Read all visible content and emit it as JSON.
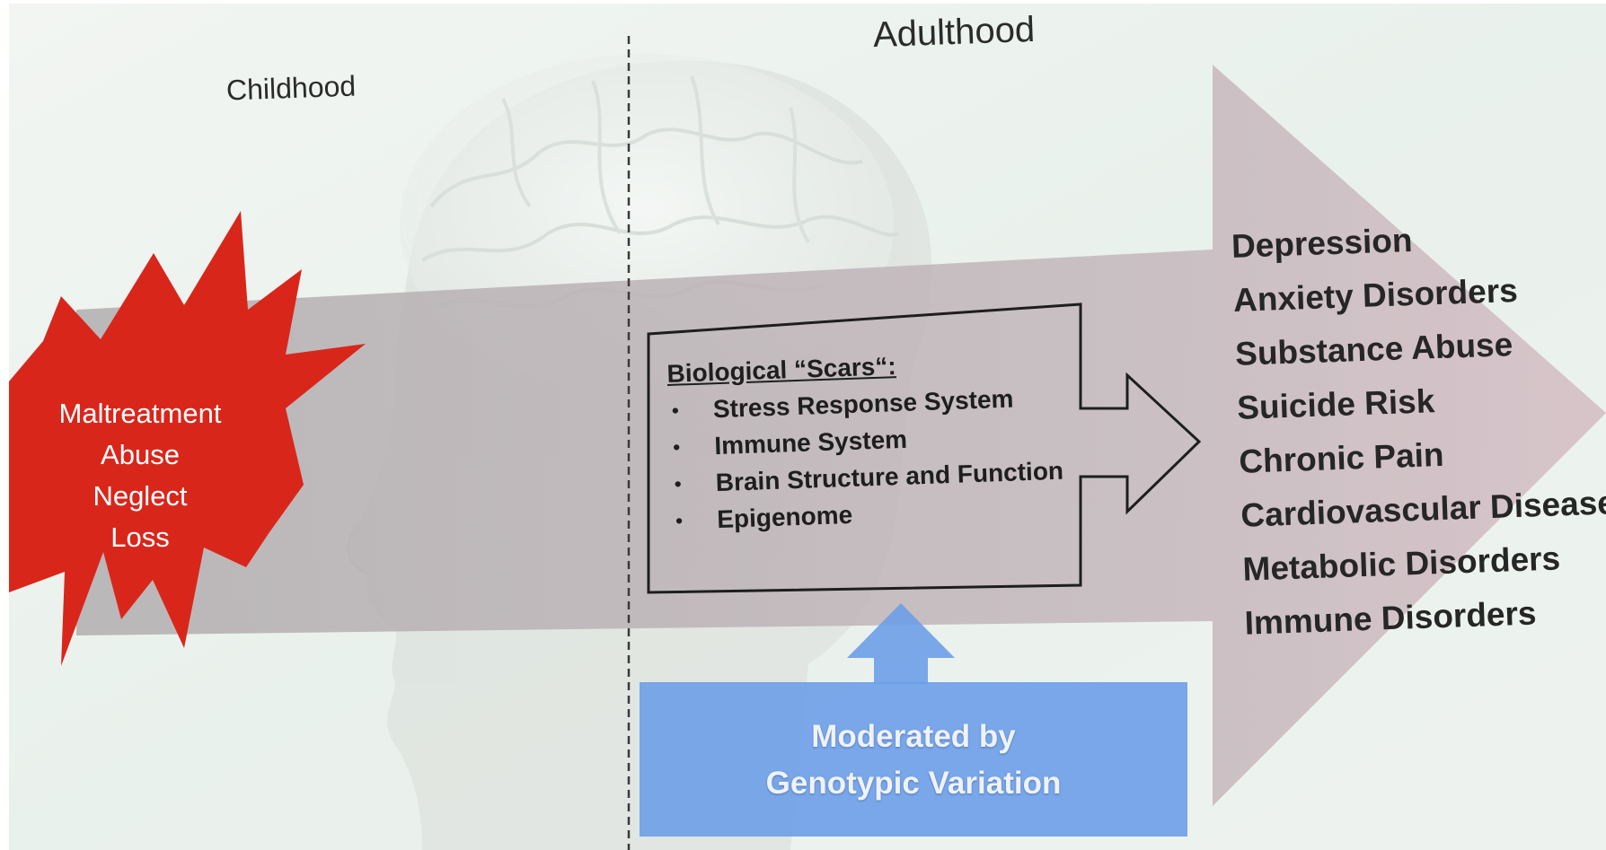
{
  "timeline": {
    "childhood_label": "Childhood",
    "adulthood_label": "Adulthood"
  },
  "adversity": {
    "lines": [
      "Maltreatment",
      "Abuse",
      "Neglect",
      "Loss"
    ]
  },
  "scars": {
    "title": "Biological “Scars“:",
    "items": [
      "Stress Response System",
      "Immune System",
      "Brain Structure and Function",
      "Epigenome"
    ]
  },
  "moderator": {
    "lines": [
      "Moderated by",
      "Genotypic Variation"
    ]
  },
  "outcomes": {
    "items": [
      "Depression",
      "Anxiety Disorders",
      "Substance Abuse",
      "Suicide Risk",
      "Chronic Pain",
      "Cardiovascular Disease",
      "Metabolic Disorders",
      "Immune Disorders"
    ]
  },
  "colors": {
    "background": "#eef3ef",
    "burst_red": "#d9261b",
    "arrow_band": "#b6b0b2",
    "arrow_head": "#c9b8be",
    "moderator_blue": "#6d9ee8"
  }
}
